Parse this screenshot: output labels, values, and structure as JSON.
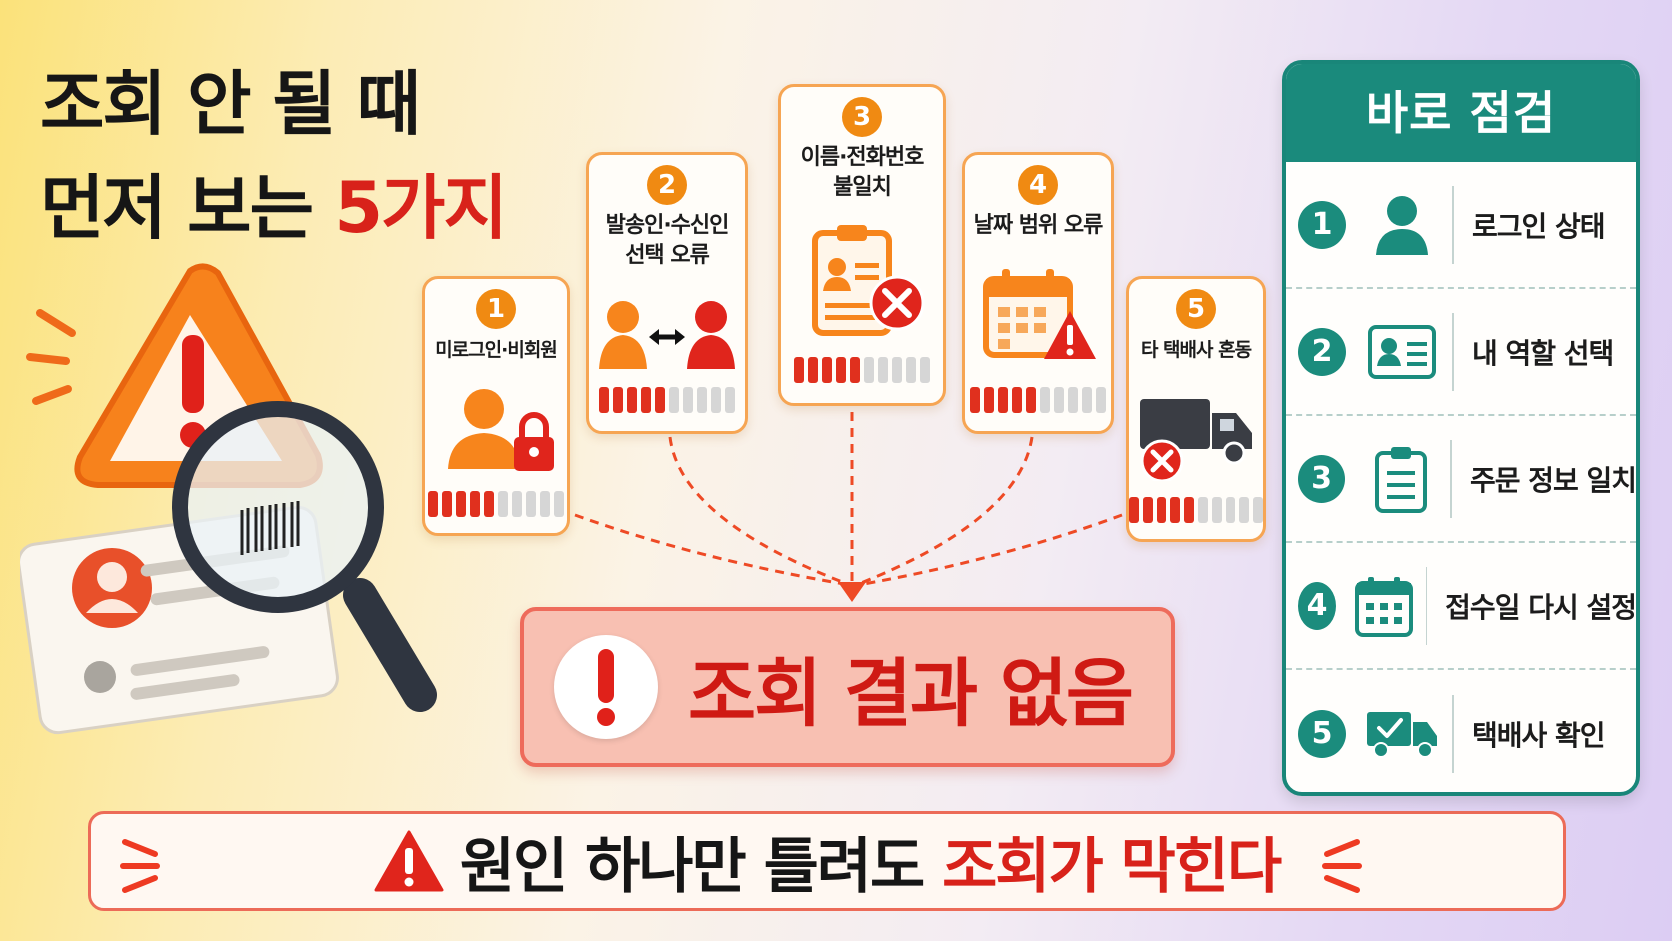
{
  "title": {
    "line1": "조회 안 될 때",
    "line2_prefix": "먼저 보는 ",
    "line2_highlight": "5가지"
  },
  "steps": [
    {
      "num": "1",
      "label": "미로그인·비회원",
      "icon": "person-lock-icon",
      "level": 0.5
    },
    {
      "num": "2",
      "label1": "발송인·수신인",
      "label2": "선택 오류",
      "icon": "sender-receiver-swap-icon",
      "level": 0.5
    },
    {
      "num": "3",
      "label1": "이름·전화번호",
      "label2": "불일치",
      "icon": "id-clipboard-error-icon",
      "level": 0.5
    },
    {
      "num": "4",
      "label": "날짜 범위 오류",
      "icon": "calendar-warning-icon",
      "level": 0.5
    },
    {
      "num": "5",
      "label": "타 택배사 혼동",
      "icon": "truck-error-icon",
      "level": 0.5
    }
  ],
  "result": {
    "text": "조회 결과 없음",
    "icon": "exclamation-icon"
  },
  "banner": {
    "prefix": "원인 하나만 틀려도 ",
    "highlight": "조회가 막힌다",
    "icon": "warning-triangle-icon"
  },
  "panel": {
    "title": "바로 점검",
    "items": [
      {
        "num": "1",
        "label": "로그인 상태",
        "icon": "user-icon"
      },
      {
        "num": "2",
        "label": "내 역할 선택",
        "icon": "id-card-icon"
      },
      {
        "num": "3",
        "label": "주문 정보 일치",
        "icon": "clipboard-icon"
      },
      {
        "num": "4",
        "label": "접수일 다시 설정",
        "icon": "calendar-icon"
      },
      {
        "num": "5",
        "label": "택배사 확인",
        "icon": "truck-check-icon"
      }
    ]
  },
  "colors": {
    "accent_red": "#d8221a",
    "accent_orange": "#f08a12",
    "panel_teal": "#1a8a7c"
  }
}
